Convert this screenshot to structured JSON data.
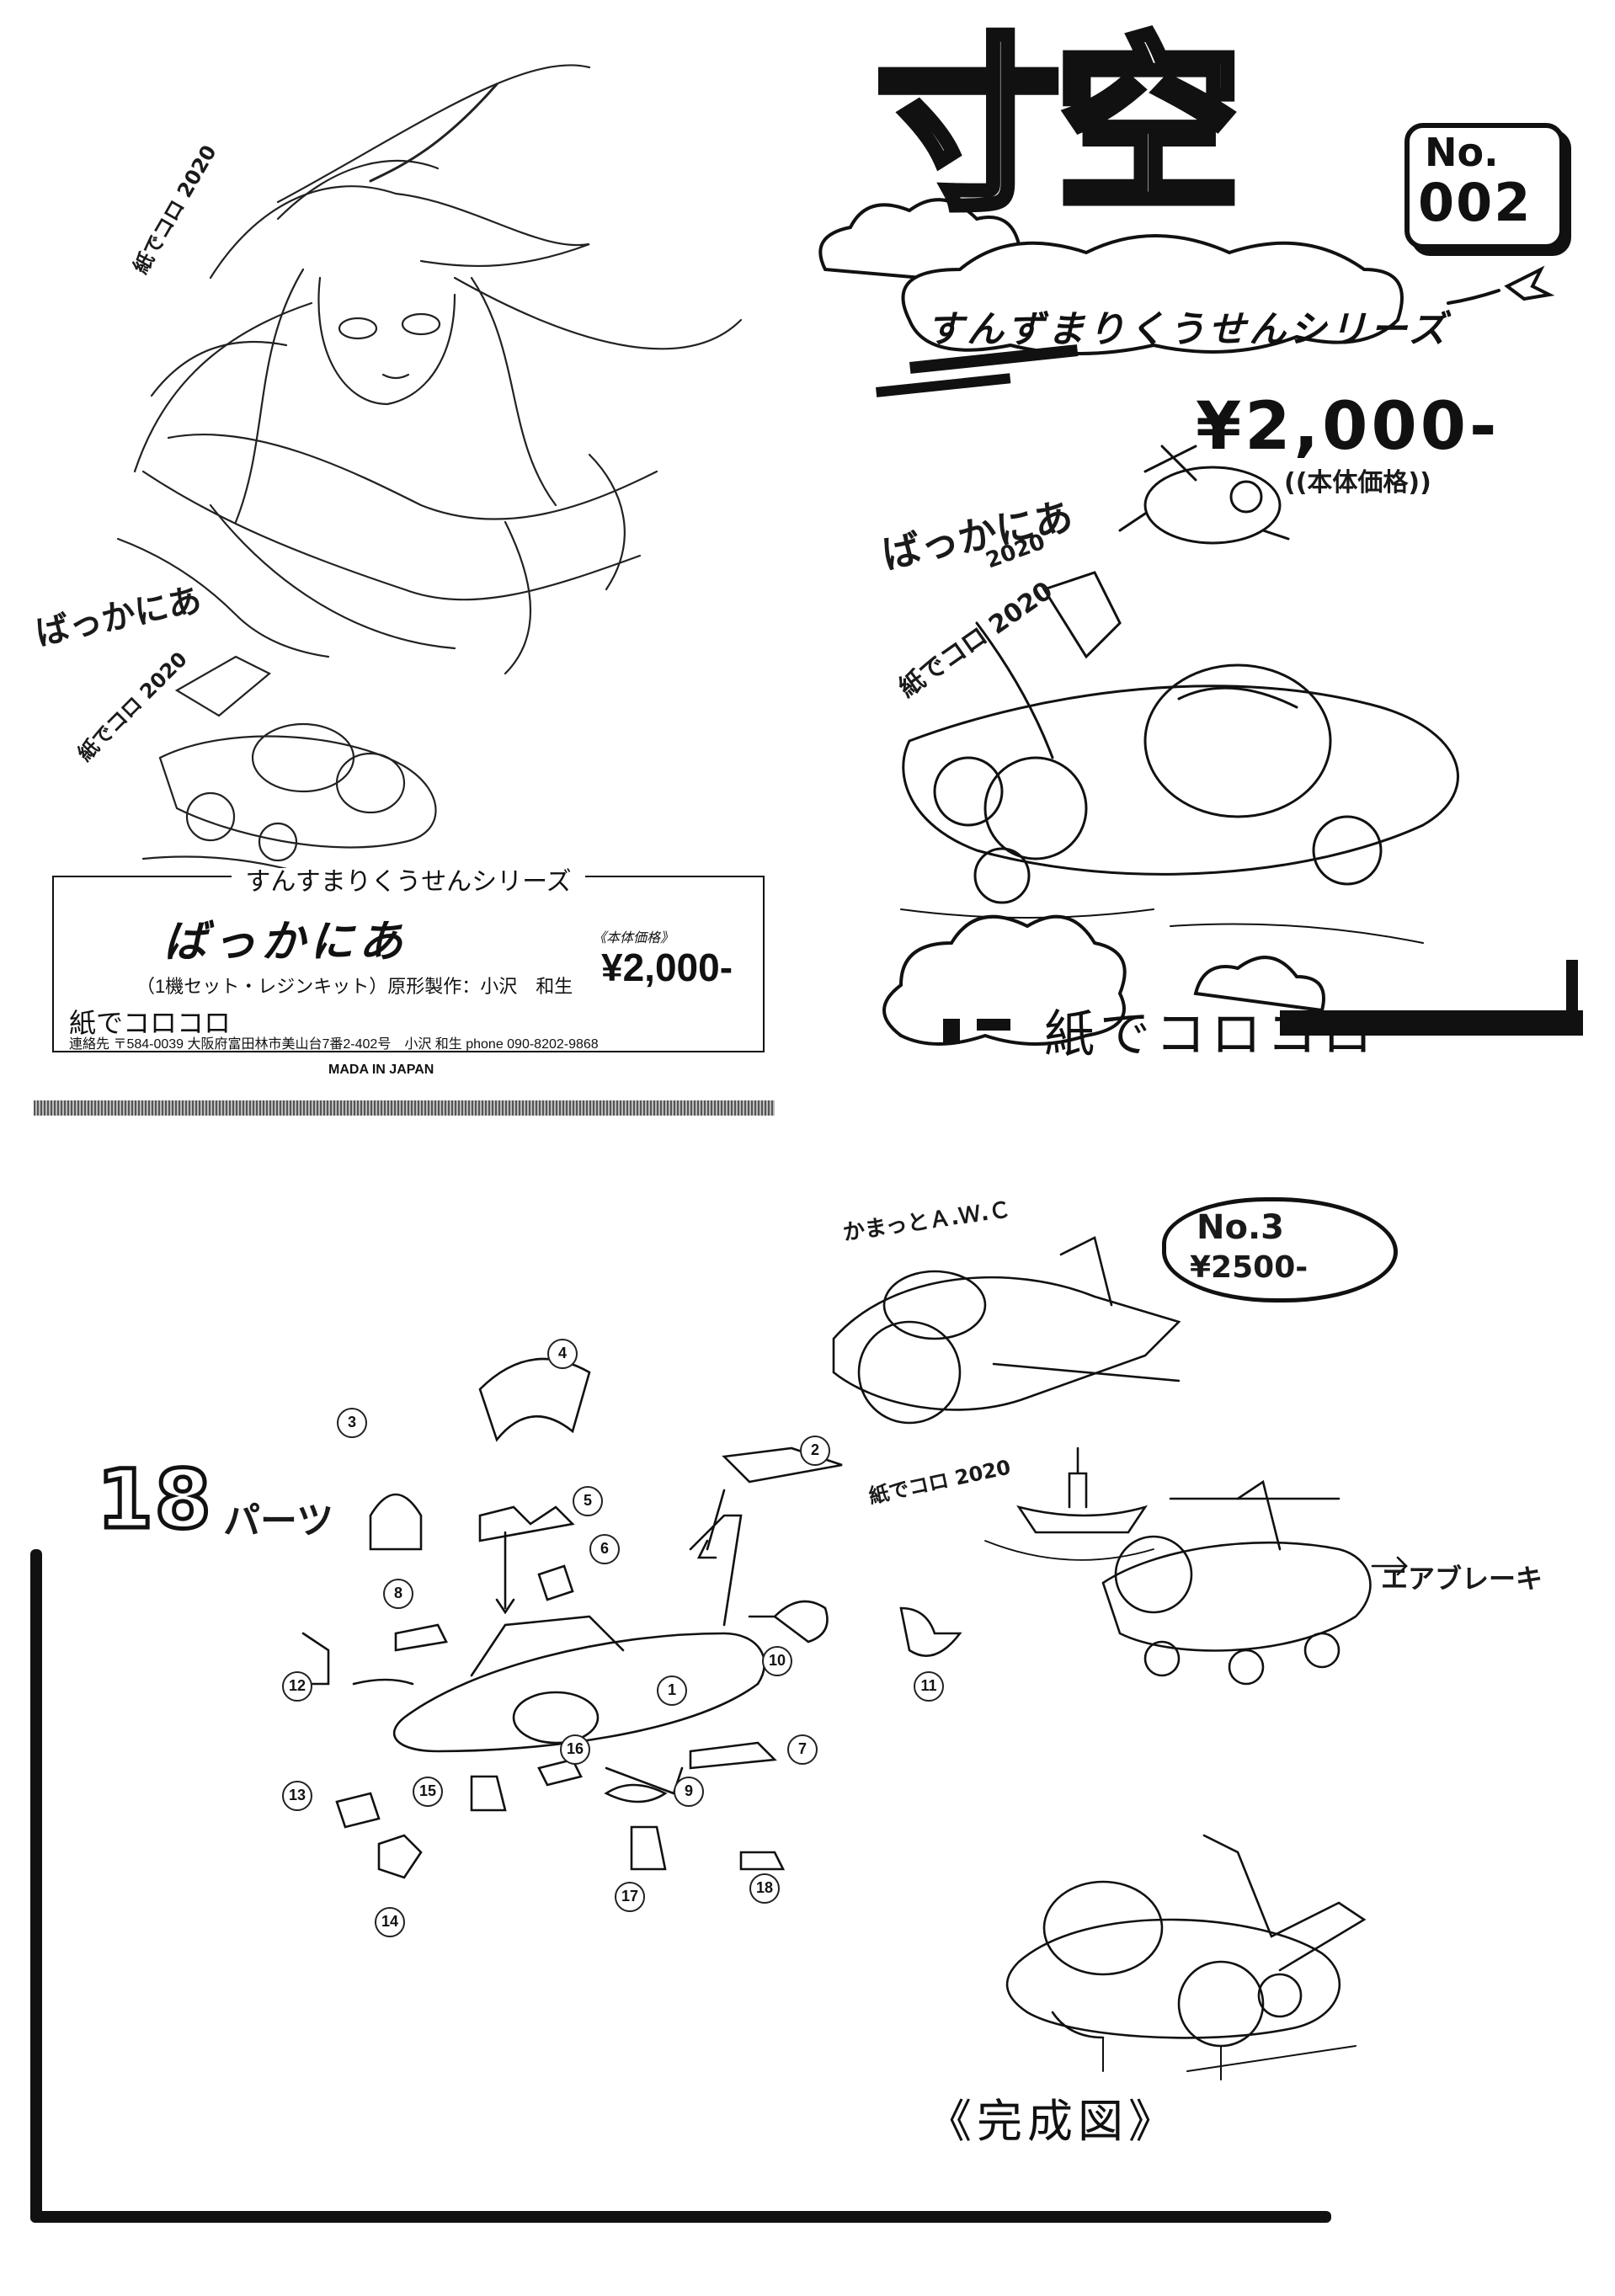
{
  "left_card": {
    "series": "すんすまりくうせんシリーズ",
    "name": "ばっかにあ",
    "description": "（1機セット・レジンキット）原形製作：小沢　和生",
    "price_note": "《本体価格》",
    "price": "¥2,000-",
    "brand": "紙でコロコロ",
    "contact": "連絡先 〒584-0039 大阪府富田林市美山台7番2-402号　小沢 和生 phone 090-8202-9868",
    "made_in": "MADA IN JAPAN",
    "handwritten_model": "ばっかにあ",
    "signature_1": "紙でコロ 2020",
    "signature_2": "紙でコロ 2020"
  },
  "right_card": {
    "title": "寸空",
    "no_label": "No.",
    "no_value": "002",
    "series": "すんずまりくうせんシリーズ",
    "price": "¥2,000-",
    "price_note": "((本体価格))",
    "handwritten_model": "ばっかにあ",
    "signature_1": "紙でコロ 2020",
    "signature_2": "2020",
    "brand": "紙でコロコロ"
  },
  "bottom": {
    "parts_count": "18",
    "parts_suffix": "パーツ",
    "hawk_label": "かまっとＡ.Ｗ.Ｃ",
    "bubble_no": "No.3",
    "bubble_price": "¥2500-",
    "airbrake_label": "エアブレーキ",
    "signature": "紙でコロ 2020",
    "completed_label": "《完成図》",
    "part_numbers": [
      "1",
      "2",
      "3",
      "4",
      "5",
      "6",
      "7",
      "8",
      "9",
      "10",
      "11",
      "12",
      "13",
      "14",
      "15",
      "16",
      "17",
      "18"
    ]
  },
  "colors": {
    "ink": "#111111",
    "paper": "#ffffff",
    "hatch": "#888888"
  }
}
